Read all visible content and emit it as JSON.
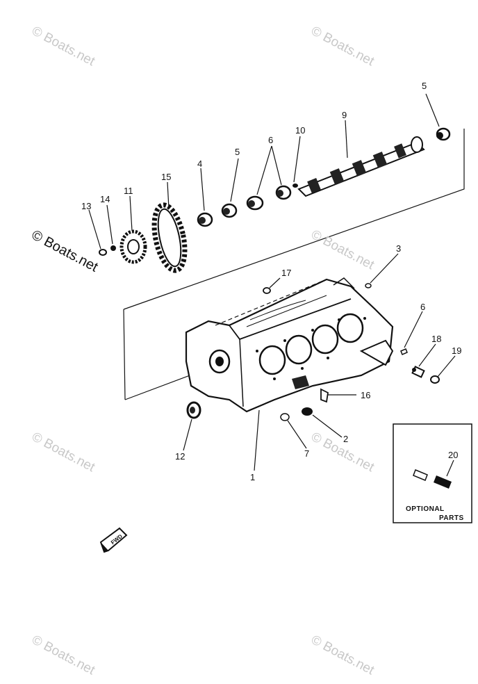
{
  "watermark": "© Boats.net",
  "callouts": {
    "c1": "1",
    "c2": "2",
    "c3": "3",
    "c4": "4",
    "c5a": "5",
    "c5b": "5",
    "c6a": "6",
    "c6b": "6",
    "c7": "7",
    "c9": "9",
    "c10": "10",
    "c11": "11",
    "c12": "12",
    "c13": "13",
    "c14": "14",
    "c15": "15",
    "c16": "16",
    "c17": "17",
    "c18": "18",
    "c19": "19",
    "c20": "20"
  },
  "optional_box": {
    "line1": "OPTIONAL",
    "line2": "PARTS"
  },
  "fwd_label": "FWD"
}
